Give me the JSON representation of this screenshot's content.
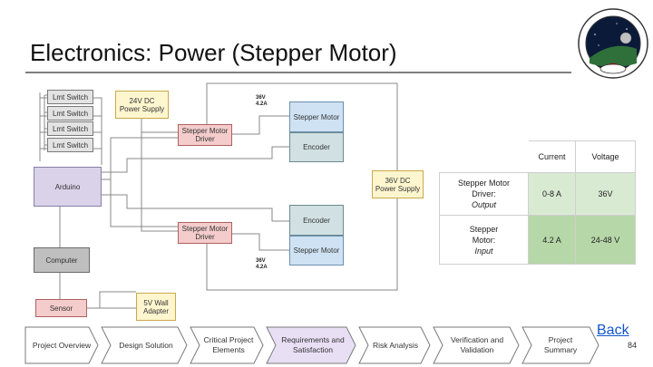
{
  "slide": {
    "title": "Electronics: Power (Stepper Motor)",
    "page_number": "84",
    "back_label": "Back"
  },
  "diagram": {
    "limit_switches": [
      "Lmt Switch",
      "Lmt Switch",
      "Lmt Switch",
      "Lmt Switch"
    ],
    "power_24v": "24V DC\nPower Supply",
    "arduino": "Arduino",
    "computer": "Computer",
    "sensor": "Sensor",
    "wall_adapter": "5V Wall\nAdapter",
    "driver_top": "Stepper Motor\nDriver",
    "driver_bottom": "Stepper Motor\nDriver",
    "motor_top": "Stepper Motor",
    "encoder_top": "Encoder",
    "encoder_bottom": "Encoder",
    "motor_bottom": "Stepper Motor",
    "power_36v": "36V DC\nPower Supply",
    "label_top": "36V\n4.2A",
    "label_bottom": "36V\n4.2A"
  },
  "spec_table": {
    "header": [
      "",
      "Current",
      "Voltage"
    ],
    "rows": [
      {
        "label": "Stepper Motor\nDriver:",
        "mode": "Output",
        "current": "0-8 A",
        "voltage": "36V"
      },
      {
        "label": "Stepper\nMotor:",
        "mode": "Input",
        "current": "4.2 A",
        "voltage": "24-48 V"
      }
    ]
  },
  "nav": [
    "Project Overview",
    "Design Solution",
    "Critical Project\nElements",
    "Requirements and\nSatisfaction",
    "Risk Analysis",
    "Verification and\nValidation",
    "Project\nSummary"
  ],
  "colors": {
    "active_tab": "#e8dff5",
    "link": "#1155cc"
  }
}
